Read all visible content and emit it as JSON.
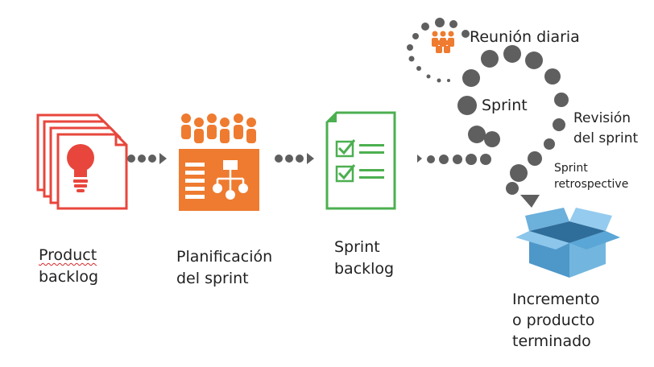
{
  "stages": {
    "product_backlog": {
      "line1": "Product",
      "line2": "backlog"
    },
    "planning": {
      "line1": "Planificación",
      "line2": "del sprint"
    },
    "sprint_backlog": {
      "line1": "Sprint",
      "line2": "backlog"
    }
  },
  "cycle": {
    "daily": "Reunión diaria",
    "sprint": "Sprint",
    "review_line1": "Revisión",
    "review_line2": "del sprint",
    "retro_line1": "Sprint",
    "retro_line2": "retrospective"
  },
  "increment": {
    "line1": "Incremento",
    "line2": "o producto",
    "line3": "terminado"
  },
  "colors": {
    "red": "#e8463c",
    "orange": "#ee7b30",
    "green": "#4caf50",
    "gray": "#5f5f5f",
    "blue": "#5aa6d6"
  }
}
